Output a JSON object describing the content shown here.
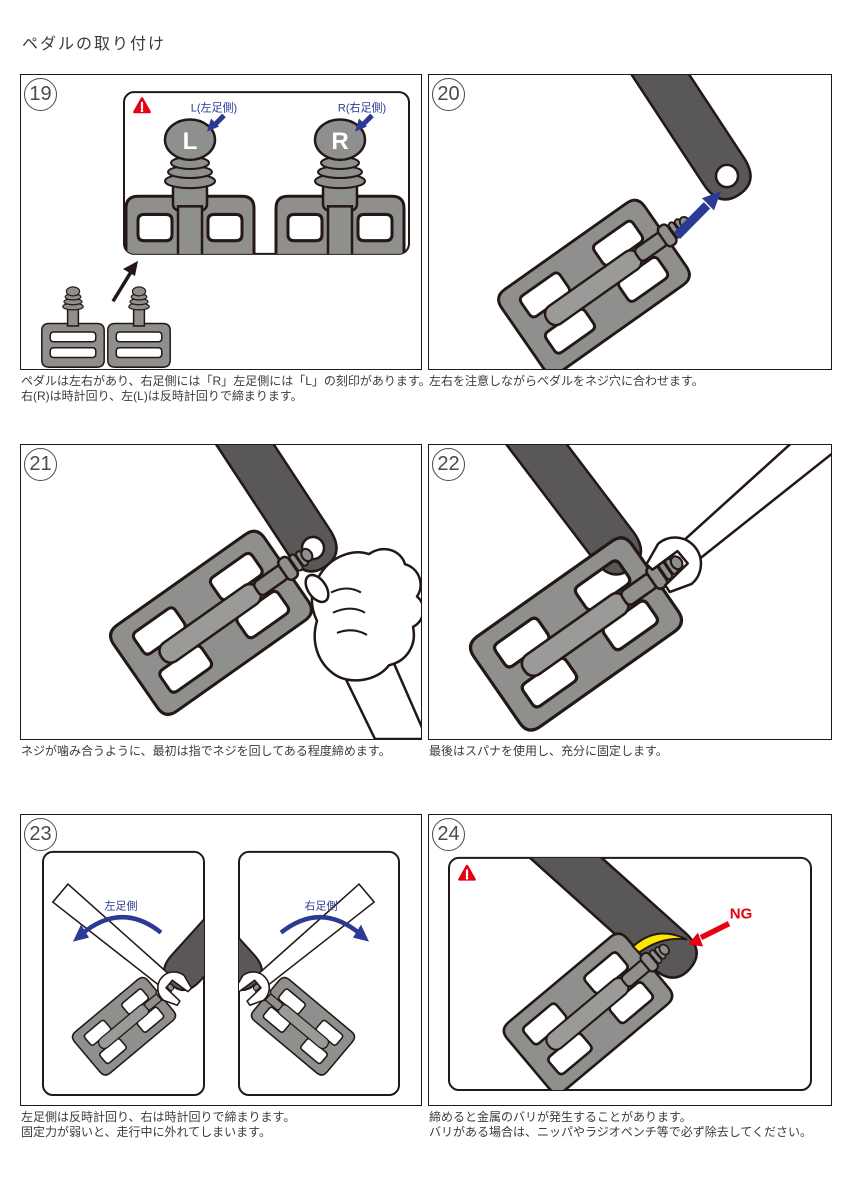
{
  "page": {
    "title": "ペダルの取り付け"
  },
  "colors": {
    "outline": "#231815",
    "crank": "#595757",
    "pedal": "#8f8f8d",
    "blue": "#2b3a94",
    "red": "#e60012",
    "yellow": "#ffe800",
    "text": "#3e3a39"
  },
  "panels": {
    "p19": {
      "number": "19",
      "annotation_left": "L(左足側)",
      "annotation_right": "R(右足側)",
      "mark_left": "L",
      "mark_right": "R",
      "caption": [
        "ペダルは左右があり、右足側には「R」左足側には「L」の刻印があります。",
        "右(R)は時計回り、左(L)は反時計回りで締まります。"
      ]
    },
    "p20": {
      "number": "20",
      "caption": [
        "左右を注意しながらペダルをネジ穴に合わせます。"
      ]
    },
    "p21": {
      "number": "21",
      "caption": [
        "ネジが噛み合うように、最初は指でネジを回してある程度締めます。"
      ]
    },
    "p22": {
      "number": "22",
      "caption": [
        "最後はスパナを使用し、充分に固定します。"
      ]
    },
    "p23": {
      "number": "23",
      "label_left": "左足側",
      "label_right": "右足側",
      "caption": [
        "左足側は反時計回り、右は時計回りで締まります。",
        "固定力が弱いと、走行中に外れてしまいます。"
      ]
    },
    "p24": {
      "number": "24",
      "ng": "NG",
      "caption": [
        "締めると金属のバリが発生することがあります。",
        "バリがある場合は、ニッパやラジオペンチ等で必ず除去してください。"
      ]
    }
  }
}
